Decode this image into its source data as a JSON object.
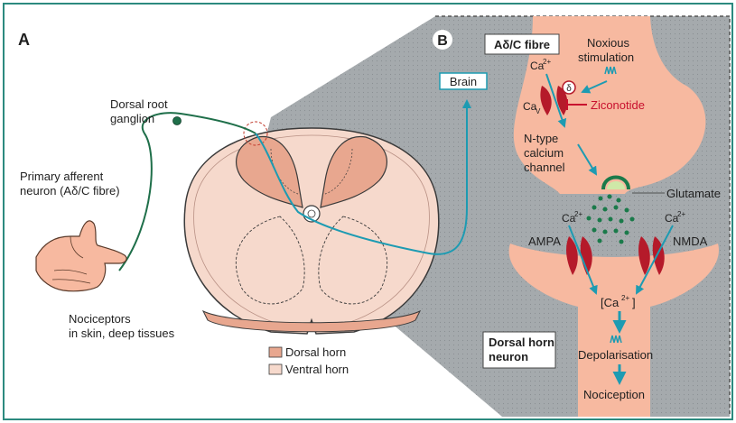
{
  "panel_a": {
    "letter": "A",
    "labels": {
      "drg_line1": "Dorsal root",
      "drg_line2": "ganglion",
      "pan_line1": "Primary afferent",
      "pan_line2": "neuron (Aδ/C fibre)",
      "noci_line1": "Nociceptors",
      "noci_line2": "in skin, deep tissues",
      "brain": "Brain"
    },
    "legend": {
      "dorsal": "Dorsal horn",
      "ventral": "Ventral horn"
    }
  },
  "panel_b": {
    "letter": "B",
    "fibre_label": "Aδ/C fibre",
    "noxious_line1": "Noxious",
    "noxious_line2": "stimulation",
    "ca2plus": "Ca",
    "ca2plus_sup": "2+",
    "cav_main": "Ca",
    "cav_sub": "V",
    "alpha": "δ",
    "ziconotide": "Ziconotide",
    "ntype_line1": "N-type",
    "ntype_line2": "calcium",
    "ntype_line3": "channel",
    "glutamate": "Glutamate",
    "ampa": "AMPA",
    "nmda": "NMDA",
    "ca_conc_open": "[Ca",
    "ca_conc_close": "]",
    "dh_neuron_line1": "Dorsal horn",
    "dh_neuron_line2": "neuron",
    "depolarisation": "Depolarisation",
    "nociception": "Nociception"
  },
  "colors": {
    "frame_border": "#2c8a7f",
    "panel_b_bg": "#a5aaad",
    "neuron_fill": "#f7b9a0",
    "dorsal_horn": "#e8a78f",
    "ventral_horn": "#f6d9cc",
    "cord_outline": "#3a3a3a",
    "afferent_green": "#1f6f4a",
    "arrow_teal": "#1d9bb2",
    "receptor_red": "#b51a2a",
    "ziconotide_red": "#c8102e",
    "glutamate_green": "#1a7a4a"
  }
}
